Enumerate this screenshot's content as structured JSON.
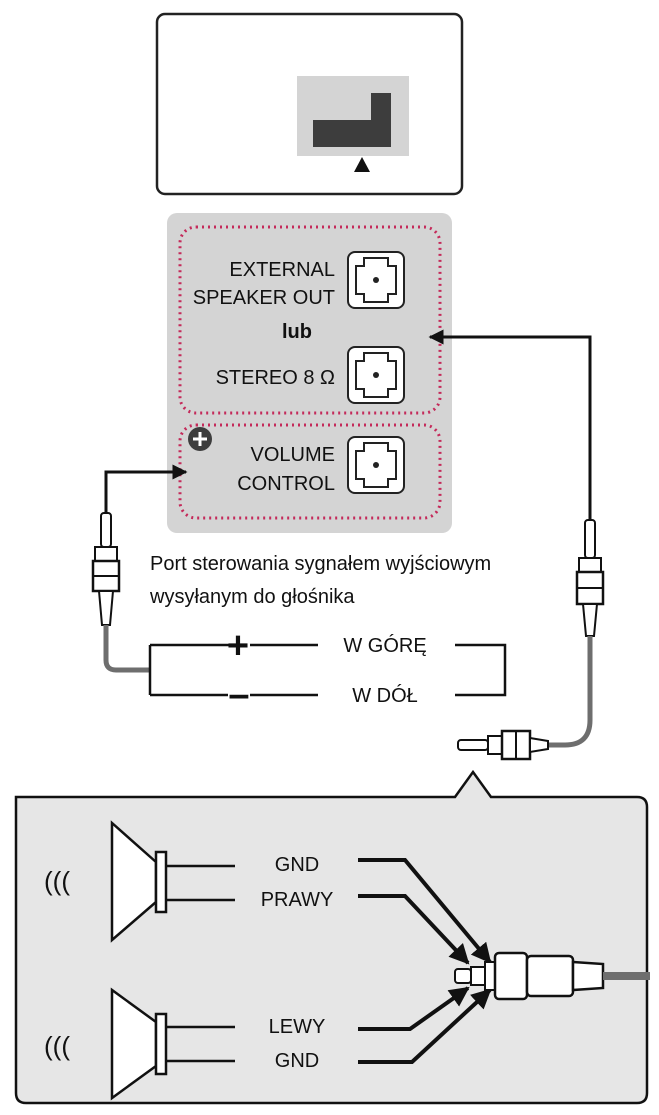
{
  "device": {
    "port_out_label_line1": "EXTERNAL",
    "port_out_label_line2": "SPEAKER OUT",
    "or_word": "lub",
    "port_stereo_label": "STEREO 8 Ω",
    "port_volume_label_line1": "VOLUME",
    "port_volume_label_line2": "CONTROL",
    "plus_symbol": "⊕"
  },
  "caption": {
    "line1": "Port sterowania sygnałem wyjściowym",
    "line2": "wysyłanym do głośnika"
  },
  "control": {
    "plus_sign": "+",
    "minus_sign": "–",
    "up_label": "W GÓRĘ",
    "down_label": "W DÓŁ"
  },
  "speakers": {
    "gnd_top": "GND",
    "right": "PRAWY",
    "left": "LEWY",
    "gnd_bottom": "GND",
    "waves": "((("
  },
  "colors": {
    "device_panel": "#d4d4d4",
    "port_highlight": "#c42a5a",
    "dark_gray": "#3d3d3d",
    "cable_gray": "#6e6e6e",
    "detail_panel": "#e6e6e6"
  }
}
